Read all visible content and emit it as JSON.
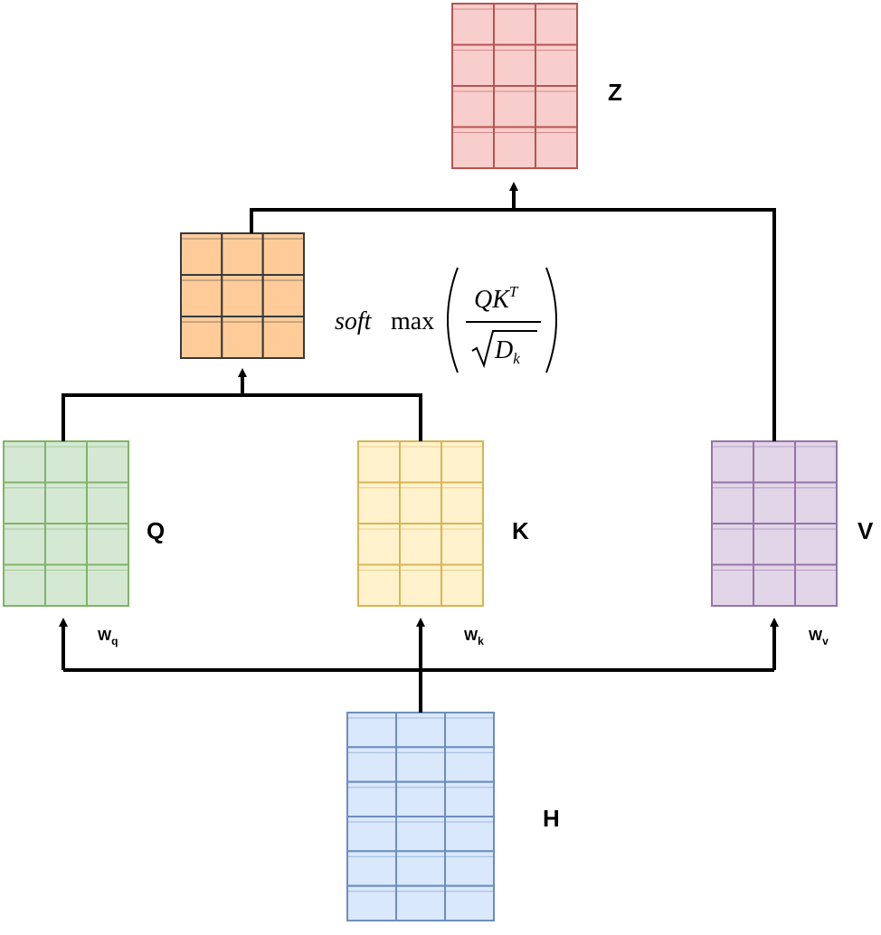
{
  "matrices": [
    {
      "id": "z",
      "label": "Z",
      "fill": "#f8cecc",
      "stroke": "#b85450",
      "rows": 4,
      "cols": 3
    },
    {
      "id": "attn",
      "label": "",
      "fill": "#ffcc99",
      "stroke": "#36393d",
      "rows": 3,
      "cols": 3
    },
    {
      "id": "q",
      "label": "Q",
      "fill": "#d5e8d4",
      "stroke": "#82b366",
      "rows": 4,
      "cols": 3
    },
    {
      "id": "k",
      "label": "K",
      "fill": "#fff2cc",
      "stroke": "#d6b656",
      "rows": 4,
      "cols": 3
    },
    {
      "id": "v",
      "label": "V",
      "fill": "#e1d5e7",
      "stroke": "#9673a6",
      "rows": 4,
      "cols": 3
    },
    {
      "id": "h",
      "label": "H",
      "fill": "#dae8fc",
      "stroke": "#6c8ebf",
      "rows": 6,
      "cols": 3
    }
  ],
  "weights": {
    "q": {
      "main": "W",
      "sub": "q"
    },
    "k": {
      "main": "W",
      "sub": "k"
    },
    "v": {
      "main": "W",
      "sub": "v"
    }
  },
  "formula": {
    "soft": "soft",
    "max": "max",
    "numerator": "QK",
    "numerator_sup": "T",
    "denominator": "D",
    "denominator_sub": "k"
  }
}
